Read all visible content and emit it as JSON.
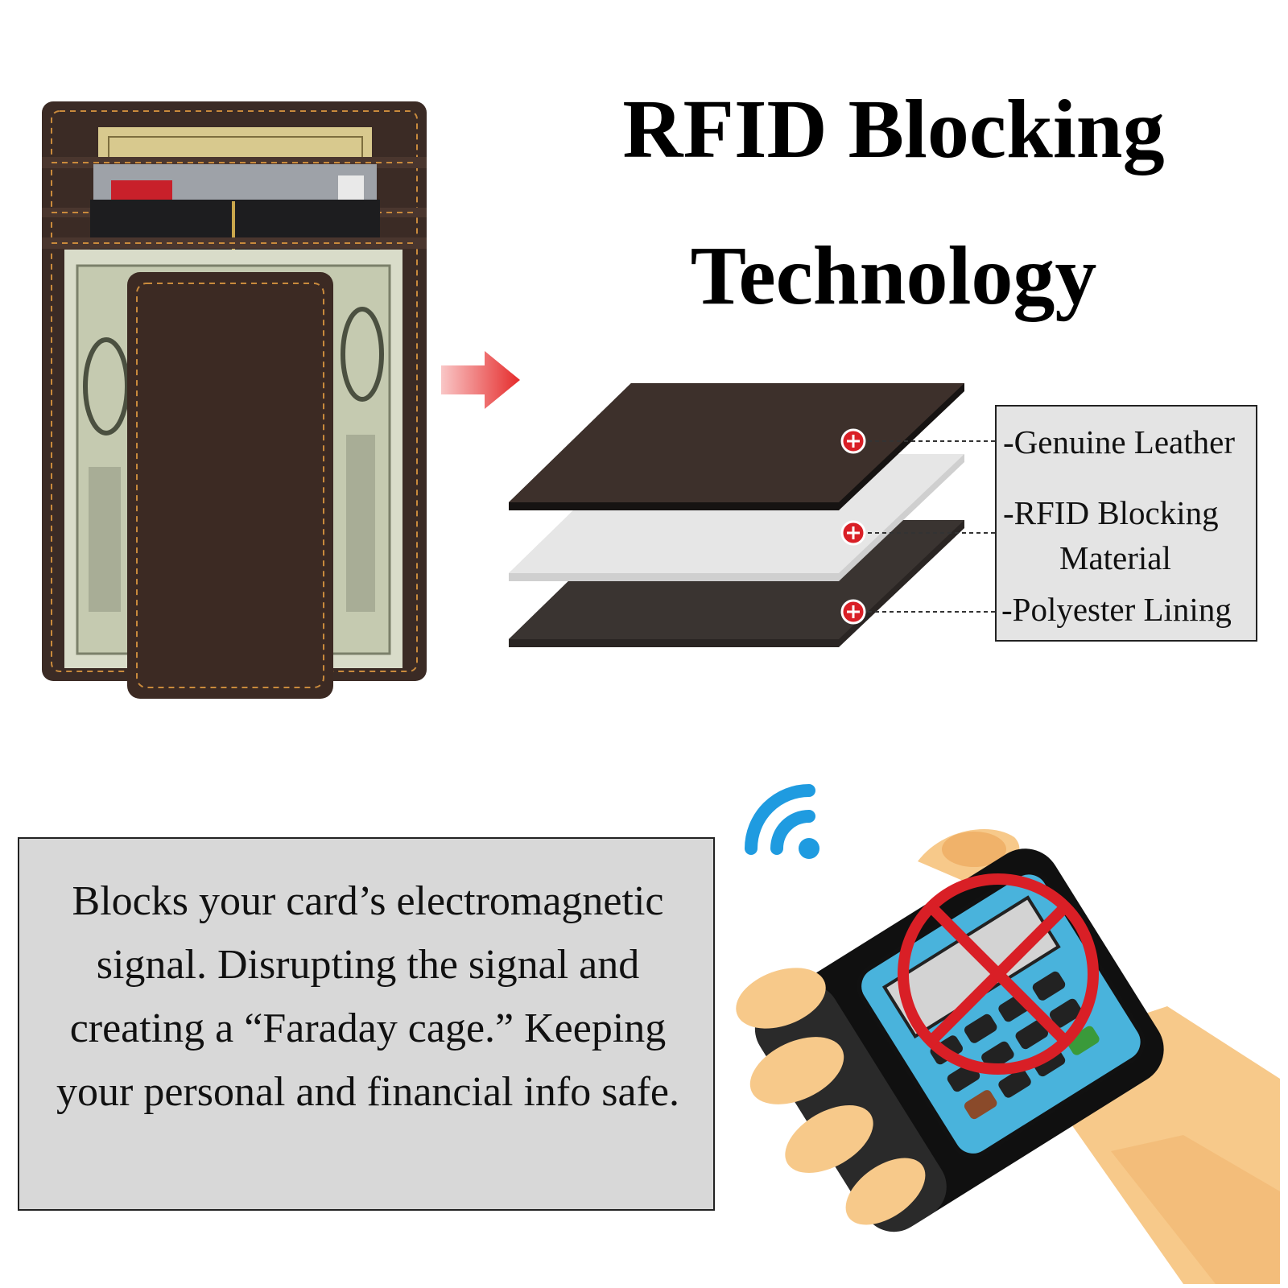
{
  "title": {
    "line1": "RFID Blocking",
    "line2": "Technology"
  },
  "layers": [
    {
      "label": "-Genuine Leather"
    },
    {
      "label": "-RFID Blocking"
    },
    {
      "label": "Material"
    },
    {
      "label": "-Polyester Lining"
    }
  ],
  "description": "Blocks your card’s electromagnetic signal. Disrupting the signal and creating a “Faraday cage.” Keeping your personal and financial info safe.",
  "colors": {
    "leather": "#3a2a24",
    "stitch": "#c98a3c",
    "arrow": "#e52b2b",
    "no_sign": "#d91f26",
    "wifi": "#1f9be0",
    "terminal_screen": "#49b3dc",
    "hand": "#f7c98a"
  },
  "icons": [
    "red-arrow-icon",
    "plus-marker-icon",
    "wifi-icon",
    "no-sign-icon"
  ]
}
